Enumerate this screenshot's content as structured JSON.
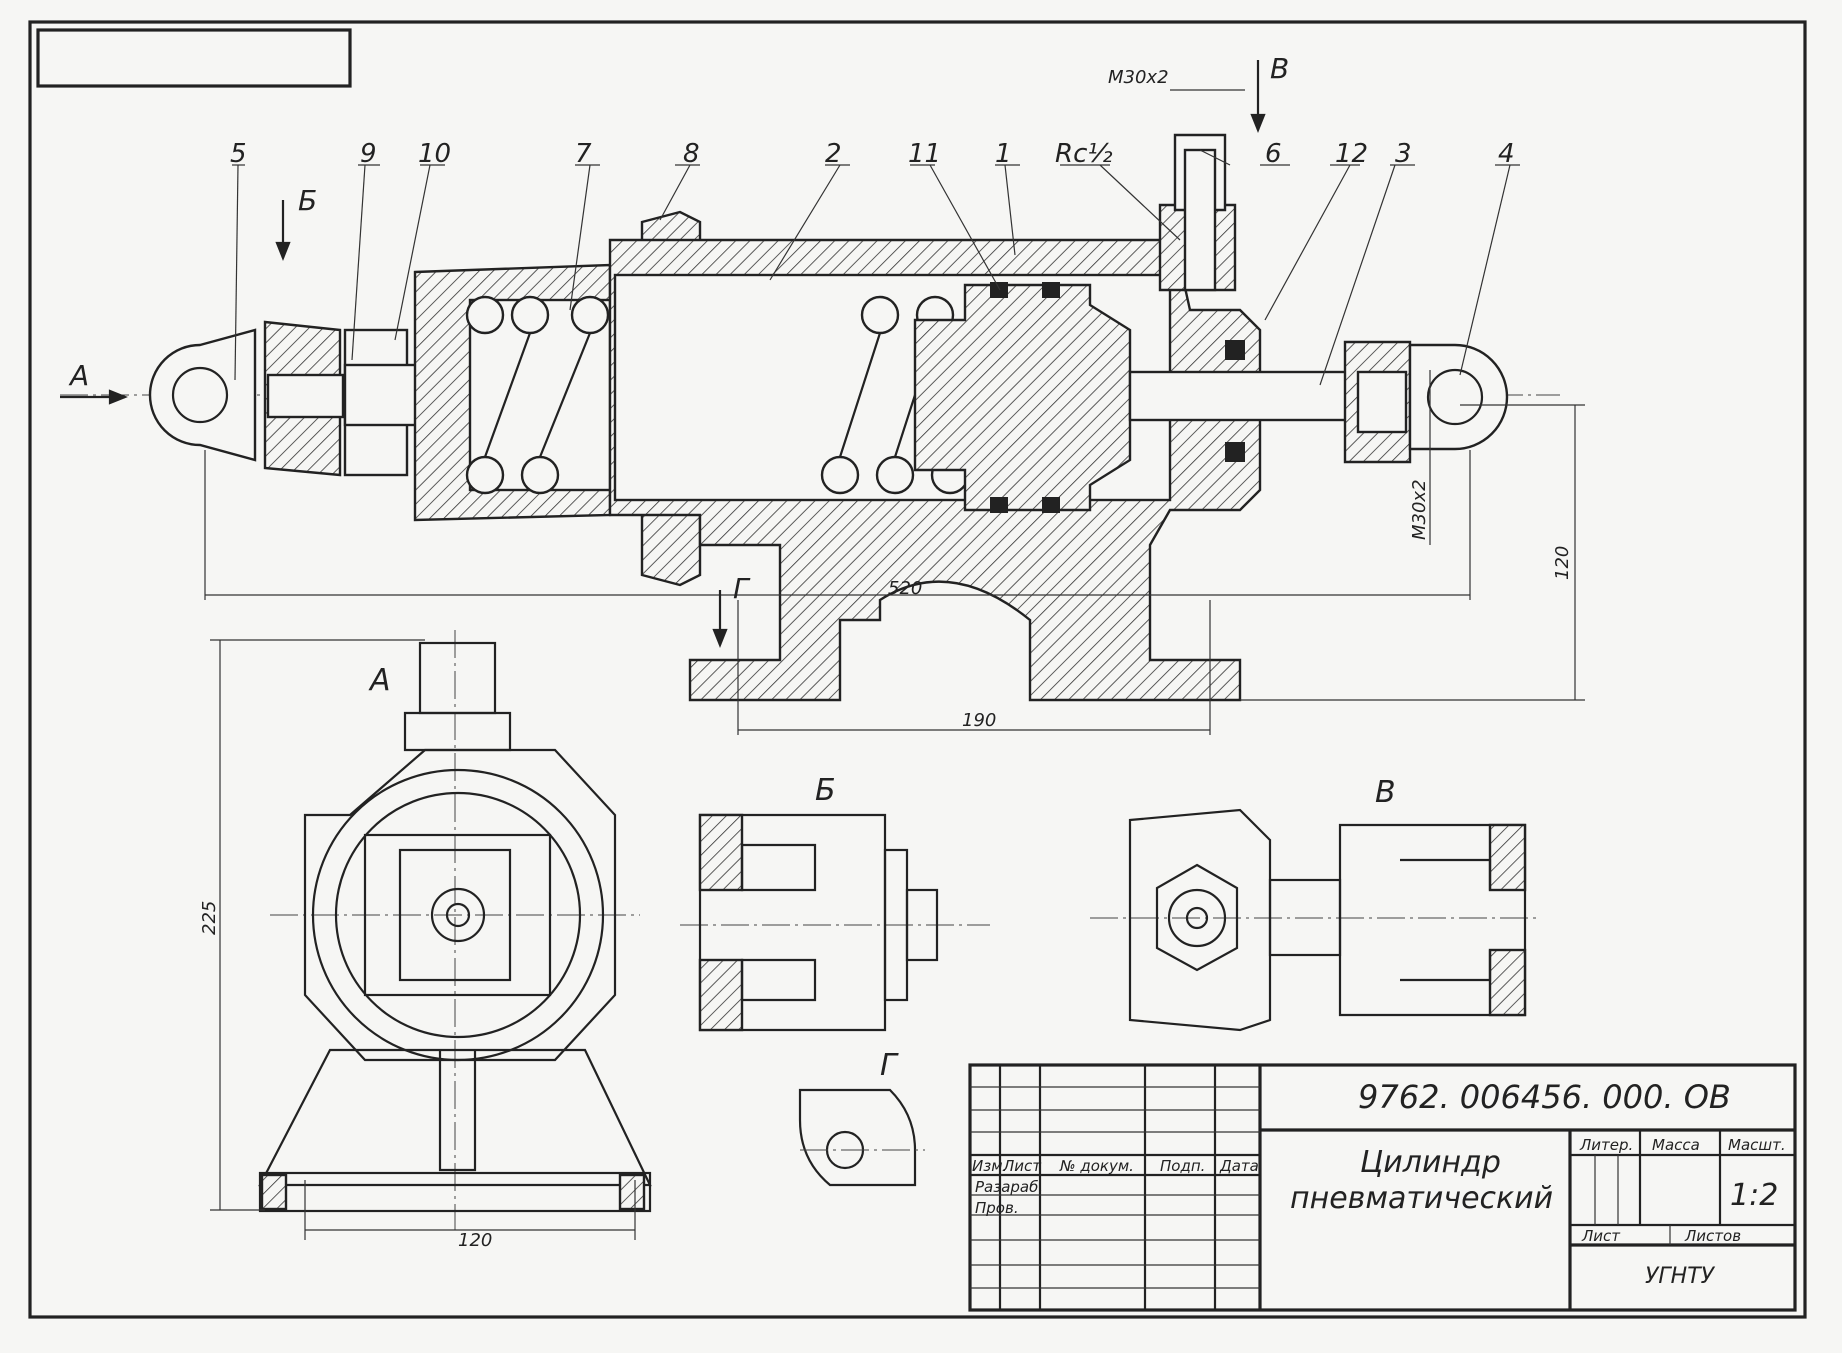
{
  "view_labels": {
    "a": "А",
    "b": "Б",
    "v": "В",
    "g": "Г"
  },
  "leaders": [
    "5",
    "9",
    "10",
    "7",
    "8",
    "2",
    "11",
    "1",
    "Rc½",
    "6",
    "12",
    "3",
    "4"
  ],
  "thread_top": "M30x2",
  "thread_side": "M30x2",
  "dimensions": {
    "length": "520",
    "height_right": "120",
    "base": "190",
    "front_height": "225",
    "front_base": "120"
  },
  "title_block": {
    "designation": "9762. 006456. 000. ОВ",
    "name_line1": "Цилиндр",
    "name_line2": "пневматический",
    "col_izm": "Изм.",
    "col_list": "Лист",
    "col_doc": "№ докум.",
    "col_sign": "Подп.",
    "col_date": "Дата",
    "row_developed": "Разараб.",
    "row_checked": "Пров.",
    "liter": "Литер.",
    "mass": "Масса",
    "scale_label": "Масшт.",
    "scale_value": "1:2",
    "sheet": "Лист",
    "sheets": "Листов",
    "org": "УГНТУ"
  }
}
